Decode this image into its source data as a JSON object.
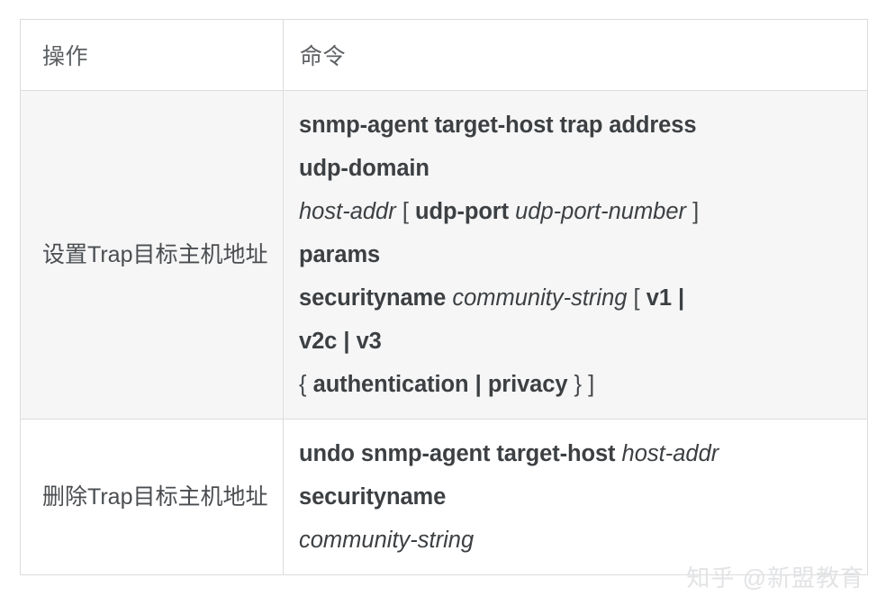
{
  "table": {
    "headers": {
      "operation": "操作",
      "command": "命令"
    },
    "rows": [
      {
        "operation": "设置Trap目标主机地址",
        "shaded": true,
        "command_lines": [
          {
            "id": "line-1",
            "segments": [
              {
                "text": "snmp-agent target-host trap address",
                "style": "keyword"
              }
            ]
          },
          {
            "id": "line-2",
            "segments": [
              {
                "text": "udp-domain",
                "style": "keyword"
              }
            ]
          },
          {
            "id": "line-3",
            "segments": [
              {
                "text": "host-addr",
                "style": "variable"
              },
              {
                "text": "[",
                "style": "punctuation"
              },
              {
                "text": "udp-port",
                "style": "keyword"
              },
              {
                "text": "udp-port-number",
                "style": "variable"
              },
              {
                "text": "]",
                "style": "punctuation"
              }
            ]
          },
          {
            "id": "line-4",
            "segments": [
              {
                "text": "params",
                "style": "keyword"
              }
            ]
          },
          {
            "id": "line-5",
            "segments": [
              {
                "text": "securityname",
                "style": "keyword"
              },
              {
                "text": "community-string",
                "style": "variable"
              },
              {
                "text": "[",
                "style": "punctuation"
              },
              {
                "text": "v1",
                "style": "keyword"
              },
              {
                "text": "|",
                "style": "pipe"
              }
            ]
          },
          {
            "id": "line-6",
            "segments": [
              {
                "text": "v2c",
                "style": "keyword"
              },
              {
                "text": "|",
                "style": "pipe"
              },
              {
                "text": "v3",
                "style": "keyword"
              }
            ]
          },
          {
            "id": "line-7",
            "segments": [
              {
                "text": "{",
                "style": "punctuation"
              },
              {
                "text": "authentication",
                "style": "keyword"
              },
              {
                "text": "|",
                "style": "pipe"
              },
              {
                "text": "privacy",
                "style": "keyword"
              },
              {
                "text": "}",
                "style": "punctuation"
              },
              {
                "text": "]",
                "style": "punctuation"
              }
            ]
          }
        ]
      },
      {
        "operation": "删除Trap目标主机地址",
        "shaded": false,
        "command_lines": [
          {
            "id": "line-1",
            "segments": [
              {
                "text": "undo snmp-agent target-host",
                "style": "keyword"
              },
              {
                "text": "host-addr",
                "style": "variable"
              }
            ]
          },
          {
            "id": "line-2",
            "segments": [
              {
                "text": "securityname",
                "style": "keyword"
              }
            ]
          },
          {
            "id": "line-3",
            "segments": [
              {
                "text": "community-string",
                "style": "variable"
              }
            ]
          }
        ]
      }
    ]
  },
  "watermark": {
    "text": "知乎 @新盟教育"
  },
  "colors": {
    "border": "#dcdcdc",
    "shaded_row_bg": "#f6f6f6",
    "plain_row_bg": "#ffffff",
    "header_text": "#5c6063",
    "body_text": "#3d4043",
    "watermark_text": "#e2e3e5"
  }
}
